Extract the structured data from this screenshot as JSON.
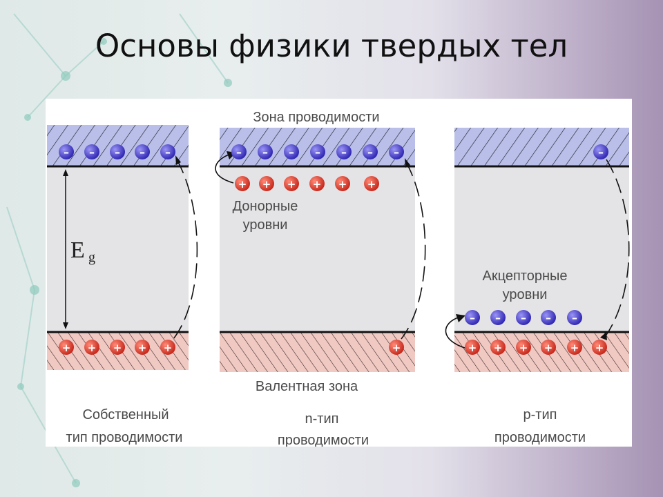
{
  "slide": {
    "title": "Основы физики твердых тел"
  },
  "diagram": {
    "conduction_band_label": "Зона проводимости",
    "valence_band_label": "Валентная зона",
    "energy_gap_label": "E",
    "energy_gap_subscript": "g",
    "donor_label_line1": "Донорные",
    "donor_label_line2": "уровни",
    "acceptor_label_line1": "Акцепторные",
    "acceptor_label_line2": "уровни",
    "electron_sign": "–",
    "hole_sign": "+",
    "intrinsic_caption_line1": "Собственный",
    "intrinsic_caption_line2": "тип проводимости",
    "n_type_caption_line1": "n-тип",
    "n_type_caption_line2": "проводимости",
    "p_type_caption_line1": "p-тип",
    "p_type_caption_line2": "проводимости"
  },
  "colors": {
    "conduction_band": "#b9bfe8",
    "valence_band": "#f1c9c3",
    "gap": "#e4e4e6",
    "electron": "#3d35c9",
    "hole": "#d9342b",
    "text": "#4a4a4a"
  }
}
